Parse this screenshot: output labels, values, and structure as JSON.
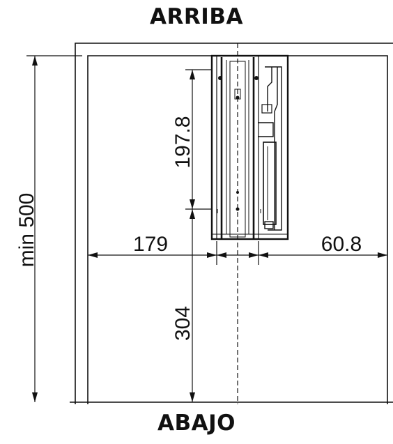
{
  "labels": {
    "top": "ARRIBA",
    "bottom": "ABAJO"
  },
  "dimensions": {
    "total_height": "min 500",
    "mechanism_height": "197.8",
    "bottom_offset": "304",
    "left_offset": "179",
    "right_offset": "60.8"
  },
  "colors": {
    "line": "#111111",
    "background": "#ffffff"
  }
}
